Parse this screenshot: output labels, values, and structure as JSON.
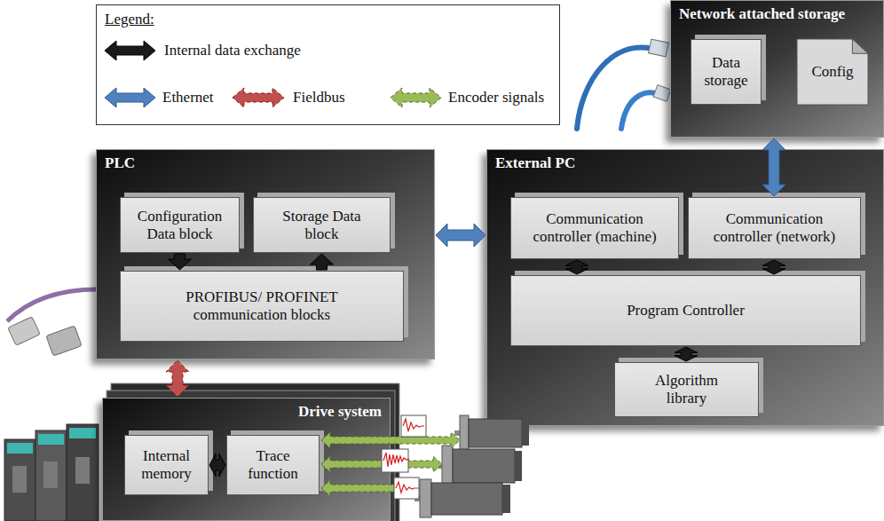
{
  "diagram": {
    "nodes": [
      {
        "text": [
          "Network attached storage"
        ]
      },
      {
        "text": [
          "Data storage"
        ],
        "in": 0
      },
      {
        "text": [
          "Config"
        ],
        "in": 0
      },
      {
        "text": [
          "PLC"
        ]
      },
      {
        "text": [
          "Configuration Data block"
        ],
        "in": 3
      },
      {
        "text": [
          "Storage Data block"
        ],
        "in": 3
      },
      {
        "text": [
          "PROFIBUS/ PROFINET communication blocks"
        ],
        "in": 3
      },
      {
        "text": [
          "External PC"
        ]
      },
      {
        "text": [
          "Communication controller (machine)"
        ],
        "in": 7
      },
      {
        "text": [
          "Communication controller (network)"
        ],
        "in": 7
      },
      {
        "text": [
          "Program Controller"
        ],
        "in": 7
      },
      {
        "text": [
          "Algorithm library"
        ],
        "in": 7
      },
      {
        "text": [
          "Drive system"
        ]
      },
      {
        "text": [
          "Internal memory"
        ],
        "in": 12
      },
      {
        "text": [
          "Trace function"
        ],
        "in": 12
      }
    ],
    "edges": [
      {
        "from": 4,
        "to": 6,
        "arrow": "to"
      },
      {
        "from": 6,
        "to": 5,
        "arrow": "to"
      },
      {
        "from": 3,
        "to": 7,
        "arrow": "both"
      },
      {
        "from": 3,
        "to": 12,
        "arrow": "both"
      },
      {
        "from": 9,
        "to": 0,
        "arrow": "both"
      },
      {
        "from": 8,
        "to": 10,
        "arrow": "both"
      },
      {
        "from": 9,
        "to": 10,
        "arrow": "both"
      },
      {
        "from": 10,
        "to": 11,
        "arrow": "both"
      },
      {
        "from": 13,
        "to": 14,
        "arrow": "both"
      }
    ],
    "labels": [
      "Legend:"
    ],
    "legend": [
      {
        "text": "Internal data exchange"
      },
      {
        "text": "Ethernet"
      },
      {
        "text": "Fieldbus"
      },
      {
        "text": "Encoder signals"
      }
    ]
  }
}
